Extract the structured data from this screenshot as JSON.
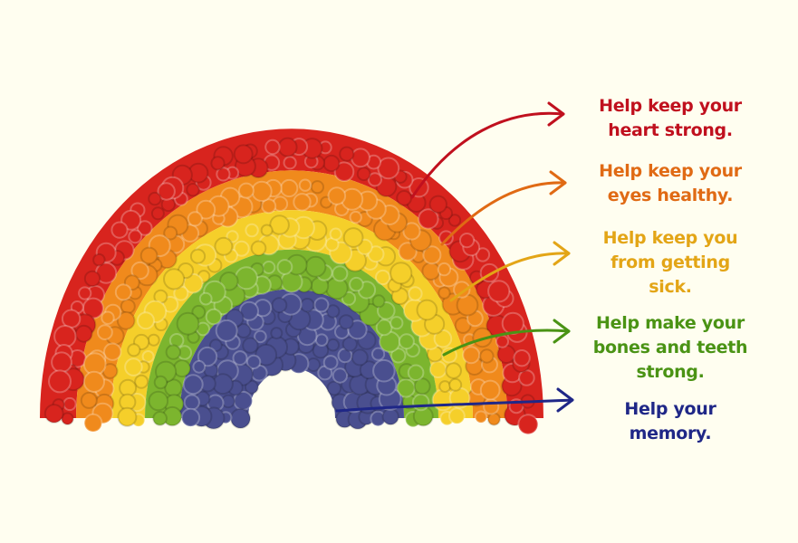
{
  "benefits": [
    {
      "id": "heart",
      "line1": "Help keep your",
      "line2": "heart strong.",
      "line3": "",
      "color": "#c0101e"
    },
    {
      "id": "eyes",
      "line1": "Help keep your",
      "line2": "eyes healthy.",
      "line3": "",
      "color": "#e06a14"
    },
    {
      "id": "immune",
      "line1": "Help keep you",
      "line2": "from getting",
      "line3": "sick.",
      "color": "#e3a516"
    },
    {
      "id": "bones",
      "line1": "Help make your",
      "line2": "bones and teeth",
      "line3": "strong.",
      "color": "#4a9314"
    },
    {
      "id": "memory",
      "line1": "Help your",
      "line2": "memory.",
      "line3": "",
      "color": "#1f2787"
    }
  ],
  "rainbow_bands": [
    {
      "name": "red",
      "color": "#d8241e"
    },
    {
      "name": "orange",
      "color": "#f08a1c"
    },
    {
      "name": "yellow",
      "color": "#f5cf2a"
    },
    {
      "name": "green",
      "color": "#7cb52e"
    },
    {
      "name": "blue-purple",
      "color": "#4a4f8f"
    }
  ]
}
